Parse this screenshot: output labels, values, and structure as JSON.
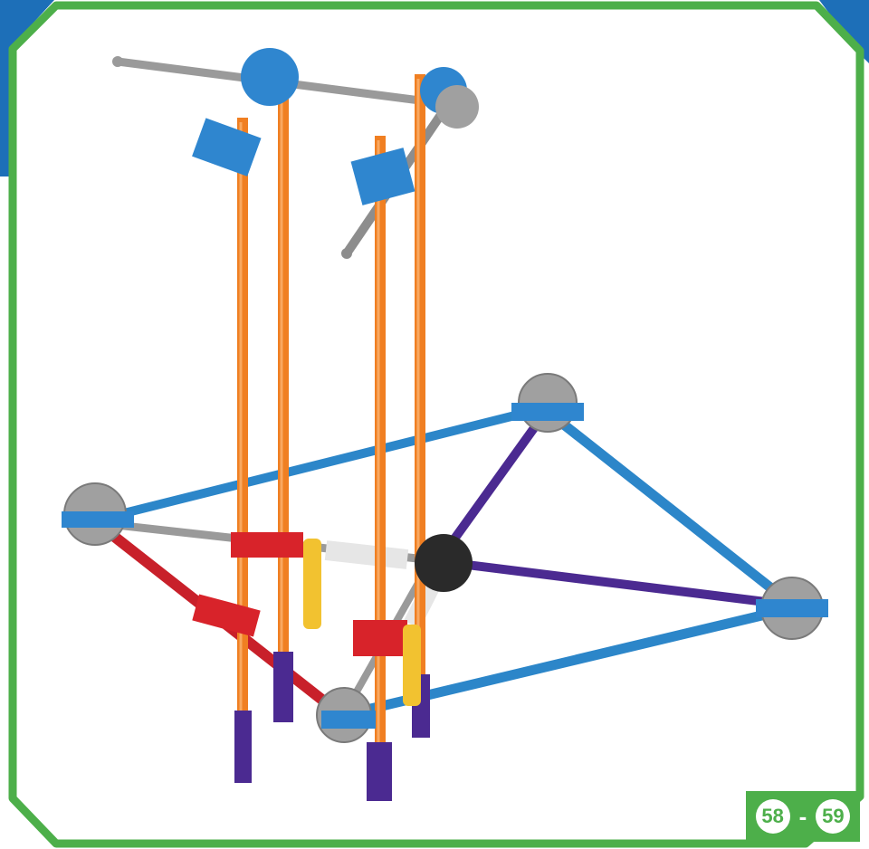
{
  "page": {
    "page_start": "58",
    "separator": "-",
    "page_end": "59"
  },
  "colors": {
    "frame_green": "#4daf4a",
    "corner_blue": "#1d6fb8",
    "rod_orange": "#f07f22",
    "rod_blue": "#2c86c9",
    "rod_red": "#c8202a",
    "rod_purple": "#4b2a91",
    "rod_grey": "#9a9a9a",
    "connector_blue": "#2f86cf",
    "connector_grey": "#a0a0a0",
    "connector_black": "#2a2a2a",
    "connector_red": "#d8232a",
    "connector_yellow": "#f2c230",
    "clip_purple": "#4b2a91"
  },
  "illustration": {
    "subject": "building-model-assembly-step",
    "parts": [
      "orange-rods",
      "blue-rods",
      "red-rod",
      "purple-rods",
      "grey-rods",
      "blue-connectors",
      "grey-connectors",
      "black-connector",
      "red-connectors",
      "yellow-clips",
      "purple-clips"
    ]
  }
}
